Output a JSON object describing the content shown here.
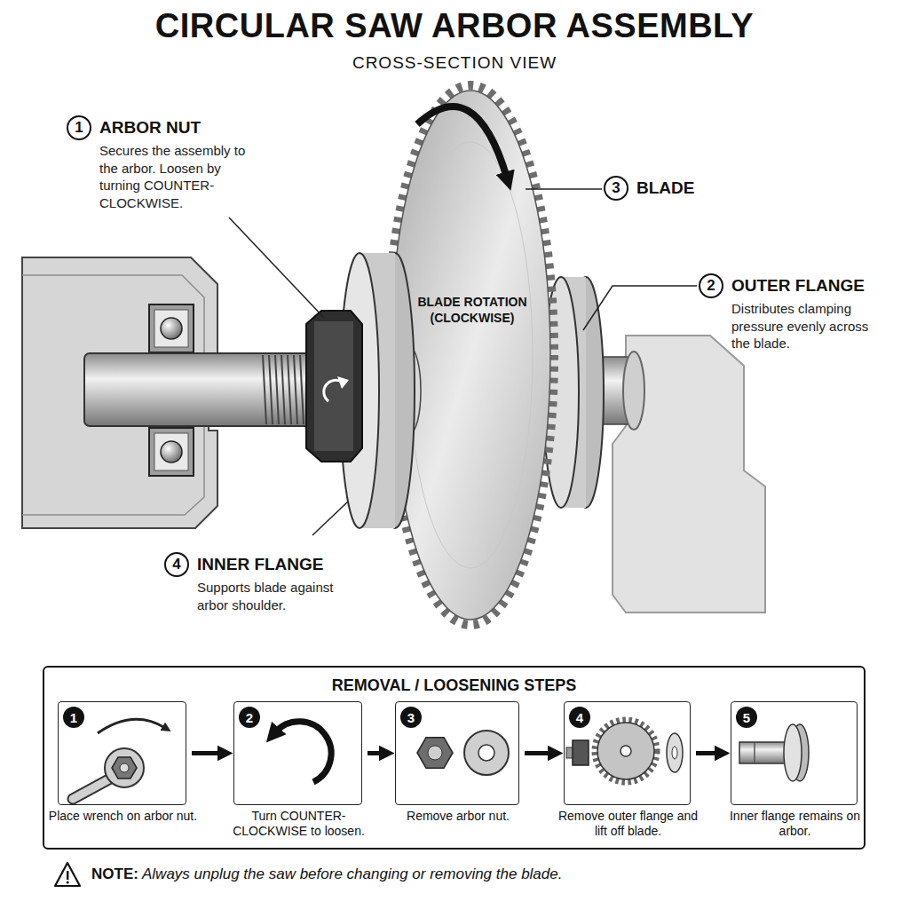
{
  "diagram": {
    "title": "CIRCULAR SAW ARBOR ASSEMBLY",
    "nodes": [
      {
        "text": [
          "1",
          "ARBOR NUT",
          "Secures the assembly to the arbor. Loosen by turning COUNTER-CLOCKWISE."
        ]
      },
      {
        "text": [
          "3",
          "BLADE"
        ]
      },
      {
        "text": [
          "2",
          "OUTER FLANGE",
          "Distributes clamping pressure evenly across the blade."
        ]
      },
      {
        "text": [
          "4",
          "INNER FLANGE",
          "Supports blade against arbor shoulder."
        ]
      },
      {
        "text": [
          "REMOVAL / LOOSENING STEPS"
        ]
      },
      {
        "text": [
          "1",
          "Place wrench on arbor nut."
        ],
        "in": 4
      },
      {
        "text": [
          "2",
          "Turn COUNTER-CLOCKWISE to loosen."
        ],
        "in": 4
      },
      {
        "text": [
          "3",
          "Remove arbor nut."
        ],
        "in": 4
      },
      {
        "text": [
          "4",
          "Remove outer flange and lift off blade."
        ],
        "in": 4
      },
      {
        "text": [
          "5",
          "Inner flange remains on arbor."
        ],
        "in": 4
      }
    ],
    "edges": [
      {
        "from": 5,
        "to": 6,
        "arrow": "to"
      },
      {
        "from": 6,
        "to": 7,
        "arrow": "to"
      },
      {
        "from": 7,
        "to": 8,
        "arrow": "to"
      },
      {
        "from": 8,
        "to": 9,
        "arrow": "to"
      }
    ],
    "labels": [
      "CROSS-SECTION VIEW",
      "BLADE ROTATION (CLOCKWISE)",
      "NOTE:",
      "Always unplug the saw before changing or removing the blade."
    ]
  }
}
